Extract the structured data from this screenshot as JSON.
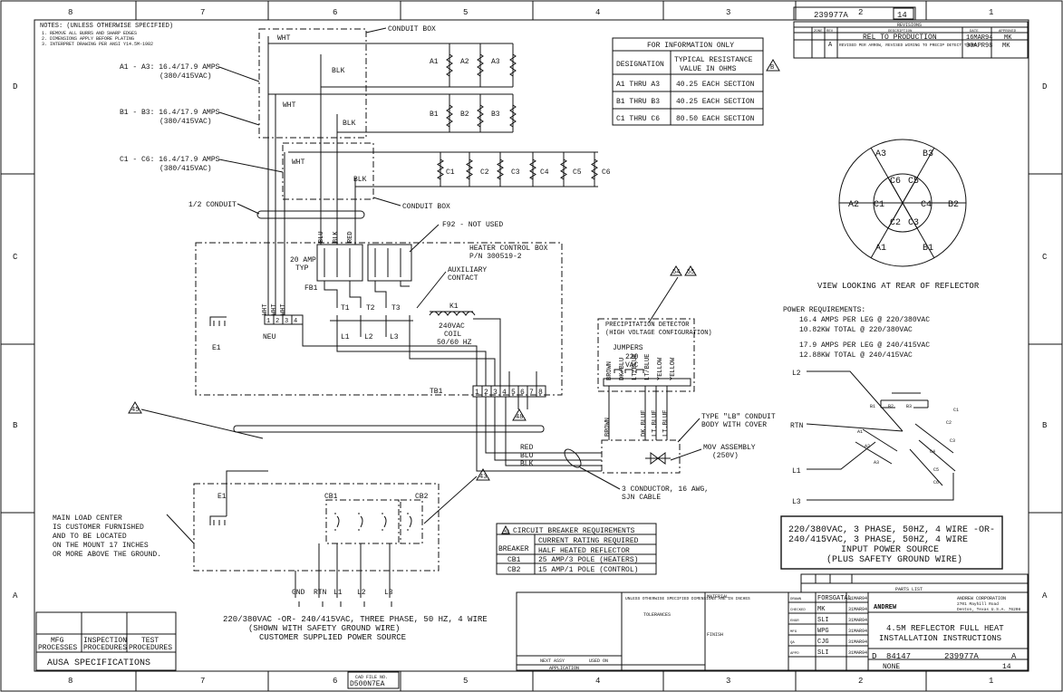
{
  "border": {
    "top_columns": [
      "8",
      "7",
      "6",
      "5",
      "4",
      "3",
      "2",
      "1"
    ],
    "bottom_columns": [
      "8",
      "7",
      "6",
      "5",
      "4",
      "3",
      "2",
      "1"
    ],
    "left_rows": [
      "D",
      "C",
      "B",
      "A"
    ],
    "right_rows": [
      "D",
      "C",
      "B",
      "A"
    ]
  },
  "notes": {
    "title": "NOTES: (UNLESS OTHERWISE SPECIFIED)",
    "lines": [
      "1. REMOVE ALL BURRS AND SHARP EDGES",
      "2. DIMENSIONS APPLY BEFORE PLATING",
      "3. INTERPRET DRAWING PER ANSI Y14.5M-1982"
    ]
  },
  "section_labels": [
    {
      "id": "a",
      "name": "A1 - A3: 16.4/17.9 AMPS",
      "sub": "(380/415VAC)"
    },
    {
      "id": "b",
      "name": "B1 - B3: 16.4/17.9 AMPS",
      "sub": "(380/415VAC)"
    },
    {
      "id": "c",
      "name": "C1 - C6: 16.4/17.9 AMPS",
      "sub": "(380/415VAC)"
    }
  ],
  "wire_labels": {
    "wht": "WHT",
    "blk": "BLK",
    "blu": "BLU",
    "red": "RED",
    "conduit_box": "CONDUIT BOX",
    "half_conduit": "1/2 CONDUIT"
  },
  "heaters_ab": [
    "A1",
    "A2",
    "A3",
    "B1",
    "B2",
    "B3"
  ],
  "heaters_c": [
    "C1",
    "C2",
    "C3",
    "C4",
    "C5",
    "C6"
  ],
  "fuses": {
    "f92": "F92 - NOT USED",
    "amp": "20 AMP",
    "typ": "TYP",
    "fb1": "FB1",
    "aux": "AUXILIARY",
    "contact": "CONTACT"
  },
  "heater_control": {
    "title": "HEATER CONTROL BOX",
    "pn": "P/N 300519-2"
  },
  "contactor": {
    "k1": "K1",
    "coil1": "240VAC",
    "coil2": "COIL",
    "coil3": "50/60 HZ",
    "t": [
      "T1",
      "T2",
      "T3"
    ],
    "l": [
      "L1",
      "L2",
      "L3"
    ]
  },
  "terminal_small": {
    "nums": [
      "1",
      "2",
      "3",
      "4"
    ],
    "neu": "NEU",
    "wires": [
      "WHT",
      "WHT",
      "WHT"
    ]
  },
  "tb1": {
    "label": "TB1",
    "nums": [
      "1",
      "2",
      "3",
      "4",
      "5",
      "6",
      "7",
      "8"
    ]
  },
  "e1": "E1",
  "precip": {
    "title": "PRECIPITATION DETECTOR",
    "sub": "(HIGH VOLTAGE CONFIGURATION)",
    "jumper": "JUMPERS",
    "v1": "220",
    "v2": "VAC",
    "terms": [
      "BROWN",
      "DK/BLU",
      "LT/BLUE",
      "LT/BLUE",
      "YELLOW",
      "YELLOW"
    ],
    "out_wires": [
      "BROWN",
      "DK.BLUE",
      "LT.BLUE",
      "LT.BLUE"
    ]
  },
  "flags": {
    "f54": "54",
    "f55": "55",
    "f45": "45",
    "f48": "48",
    "f43": "43",
    "fb": "B"
  },
  "lb": {
    "line1": "TYPE \"LB\" CONDUIT",
    "line2": "BODY WITH COVER"
  },
  "mov": {
    "line1": "MOV ASSEMBLY",
    "line2": "(250V)"
  },
  "cable": {
    "wires": [
      "RED",
      "BLU",
      "BLK"
    ],
    "line1": "3 CONDUCTOR, 16 AWG,",
    "line2": "SJN CABLE"
  },
  "load_center": {
    "e1": "E1",
    "cb1": "CB1",
    "cb2": "CB2",
    "note": [
      "MAIN LOAD CENTER",
      "IS CUSTOMER FURNISHED",
      "AND TO BE LOCATED",
      "ON THE MOUNT 17 INCHES",
      "OR MORE ABOVE THE GROUND."
    ]
  },
  "supply": {
    "terms": [
      "GND",
      "RTN",
      "L1",
      "L2",
      "L3"
    ],
    "line1": "220/380VAC -OR- 240/415VAC, THREE PHASE, 50 HZ, 4 WIRE",
    "line2": "(SHOWN WITH SAFETY GROUND WIRE)",
    "line3": "CUSTOMER SUPPLIED POWER SOURCE"
  },
  "cb_table": {
    "title": "CIRCUIT BREAKER REQUIREMENTS",
    "flag": "43",
    "h1": "BREAKER",
    "h2": "CURRENT RATING REQUIRED",
    "h3": "HALF HEATED REFLECTOR",
    "rows": [
      [
        "CB1",
        "25 AMP/3 POLE (HEATERS)"
      ],
      [
        "CB2",
        "15 AMP/1 POLE (CONTROL)"
      ]
    ]
  },
  "resistance_table": {
    "title": "FOR INFORMATION ONLY",
    "h1": "DESIGNATION",
    "h2a": "TYPICAL RESISTANCE",
    "h2b": "VALUE IN OHMS",
    "rows": [
      [
        "A1 THRU A3",
        "40.25 EACH SECTION"
      ],
      [
        "B1 THRU B3",
        "40.25 EACH SECTION"
      ],
      [
        "C1 THRU C6",
        "80.50 EACH SECTION"
      ]
    ]
  },
  "reflector_view": {
    "outer": [
      "A3",
      "B3",
      "B2",
      "B1",
      "A1",
      "A2"
    ],
    "inner": [
      "C6",
      "C5",
      "C4",
      "C3",
      "C2",
      "C1"
    ],
    "caption": "VIEW LOOKING AT REAR OF REFLECTOR"
  },
  "power": {
    "title": "POWER REQUIREMENTS:",
    "lines": [
      "16.4 AMPS PER LEG @ 220/380VAC",
      "10.82KW TOTAL @ 220/380VAC",
      "17.9 AMPS PER LEG @ 240/415VAC",
      "12.88KW TOTAL @ 240/415VAC"
    ]
  },
  "delta": {
    "l2": "L2",
    "rtn": "RTN",
    "l1": "L1",
    "l3": "L3",
    "b": [
      "B1",
      "B2",
      "B3"
    ],
    "a": [
      "A1",
      "A2",
      "A3"
    ],
    "c": [
      "C1",
      "C2",
      "C3",
      "C4",
      "C5",
      "C6"
    ]
  },
  "input_source": {
    "line1": "220/380VAC, 3 PHASE, 50HZ, 4 WIRE -OR-",
    "line2": "240/415VAC, 3 PHASE, 50HZ, 4 WIRE",
    "line3": "INPUT POWER SOURCE",
    "line4": "(PLUS SAFETY GROUND WIRE)"
  },
  "revisions": {
    "dwg_no": "239977A",
    "sheet": "14",
    "title": "REVISIONS",
    "cols": [
      "ZONE",
      "REV",
      "DESCRIPTION",
      "DATE",
      "APPROVED"
    ],
    "rows": [
      [
        "",
        "",
        "REL TO PRODUCTION",
        "16MAR94",
        "MK"
      ],
      [
        "",
        "A",
        "REVISED PER ARROW, REVISED WIRING TO PRECIP DETECT THERM",
        "30APR98",
        "MK"
      ]
    ]
  },
  "title_block": {
    "company1": "ANDREW CORPORATION",
    "company2": "2701 Mayhill Road",
    "company3": "Denton, Texas  U.S.A.  76208",
    "logo": "ANDREW",
    "title1": "4.5M REFLECTOR FULL HEAT",
    "title2": "INSTALLATION INSTRUCTIONS",
    "size": "D",
    "cage": "84147",
    "dwg": "239977A",
    "rev": "A",
    "scale": "NONE",
    "sheet": "14",
    "parts_list": "PARTS LIST",
    "sign": [
      [
        "DRAWN",
        "FORSGATAL",
        "31MAR94"
      ],
      [
        "CHECKED",
        "MK",
        "31MAR94"
      ],
      [
        "ENGR",
        "SLI",
        "31MAR94"
      ],
      [
        "MFG",
        "WPG",
        "31MAR94"
      ],
      [
        "QA",
        "CJG",
        "31MAR94"
      ],
      [
        "APPD",
        "SLI",
        "31MAR94"
      ]
    ],
    "material": "MATERIAL",
    "finish": "FINISH",
    "tol_title": "UNLESS OTHERWISE SPECIFIED DIMENSIONS ARE IN INCHES",
    "tolerances": "TOLERANCES",
    "next_assy": "NEXT ASSY",
    "used_on": "USED ON",
    "application": "APPLICATION"
  },
  "bottom_blocks": {
    "mfg": [
      "MFG",
      "PROCESSES"
    ],
    "insp": [
      "INSPECTION",
      "PROCEDURES"
    ],
    "test": [
      "TEST",
      "PROCEDURES"
    ],
    "ausa": "AUSA SPECIFICATIONS",
    "cad_file": "CAD FILE NO.",
    "cad_no": "D500N7EA"
  }
}
